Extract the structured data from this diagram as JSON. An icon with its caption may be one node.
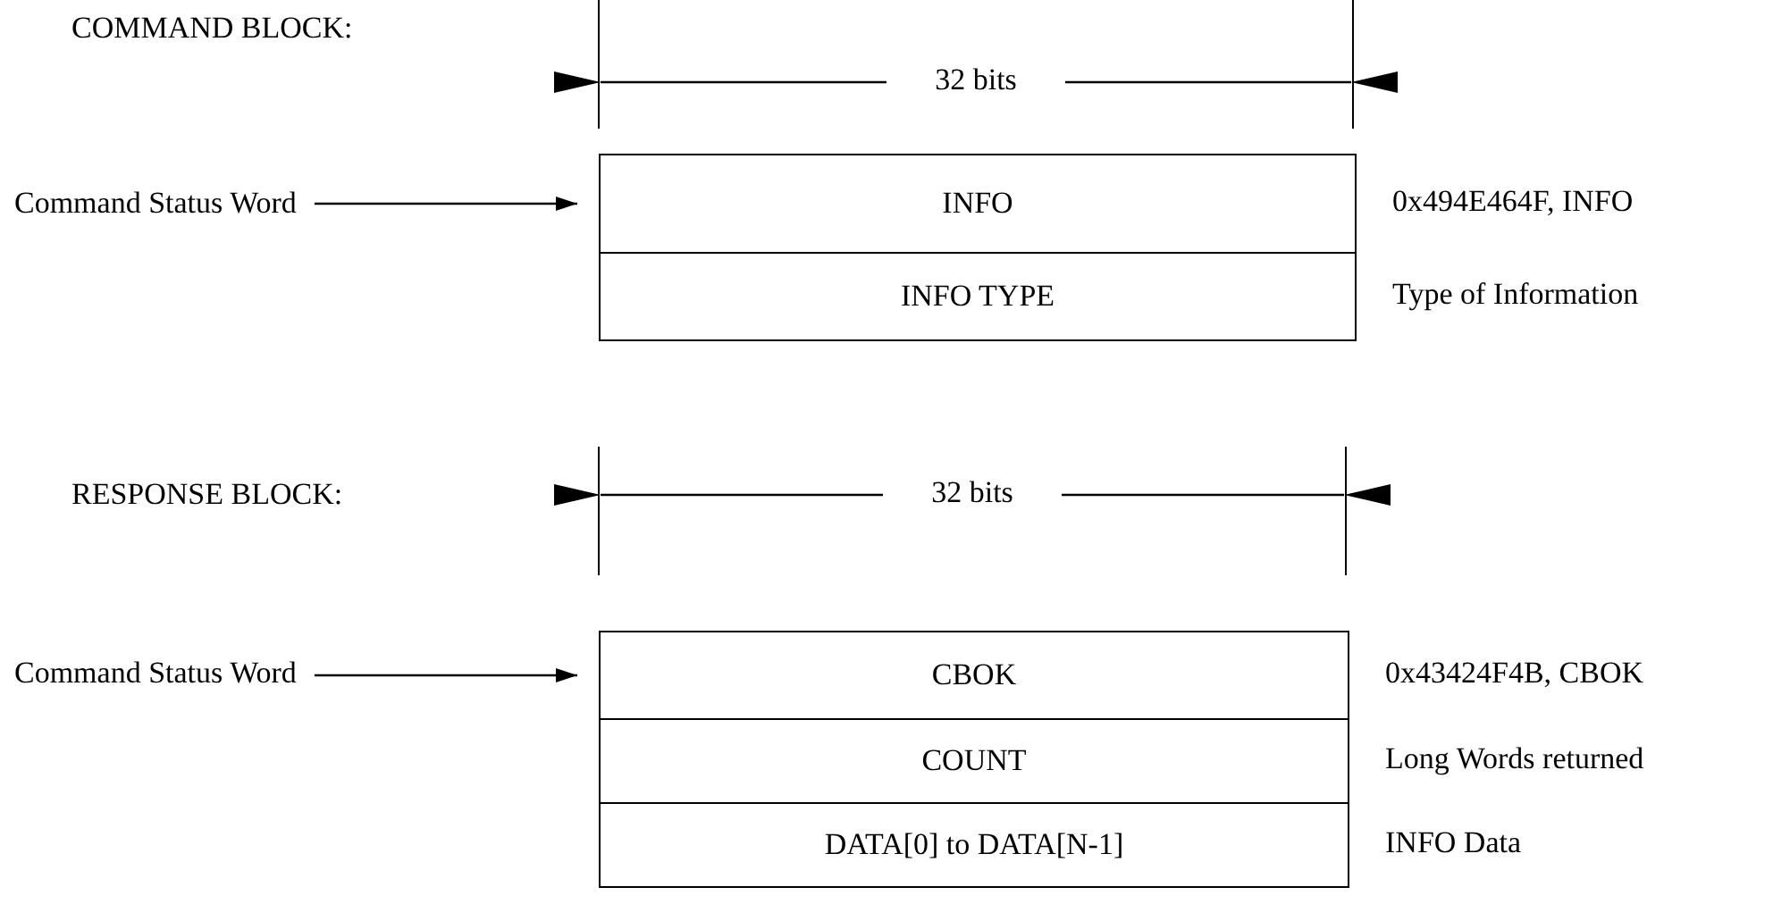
{
  "diagram": {
    "nodes": [
      {
        "text": [
          "Command Status Word"
        ]
      },
      {
        "text": [
          "INFO"
        ],
        "beside": [
          "0x494E464F, INFO"
        ]
      },
      {
        "text": [
          "INFO TYPE"
        ],
        "beside": [
          "Type of Information"
        ]
      },
      {
        "text": [
          "Command Status Word"
        ]
      },
      {
        "text": [
          "CBOK"
        ],
        "beside": [
          "0x43424F4B, CBOK"
        ]
      },
      {
        "text": [
          "COUNT"
        ],
        "beside": [
          "Long Words returned"
        ]
      },
      {
        "text": [
          "DATA[0] to DATA[N-1]"
        ],
        "beside": [
          "INFO Data"
        ]
      }
    ],
    "edges": [
      {
        "from": 0,
        "to": 1,
        "arrow": "to"
      },
      {
        "from": 3,
        "to": 4,
        "arrow": "to"
      }
    ],
    "labels": [
      "COMMAND BLOCK:",
      "32 bits",
      "RESPONSE BLOCK:",
      "32 bits"
    ]
  }
}
